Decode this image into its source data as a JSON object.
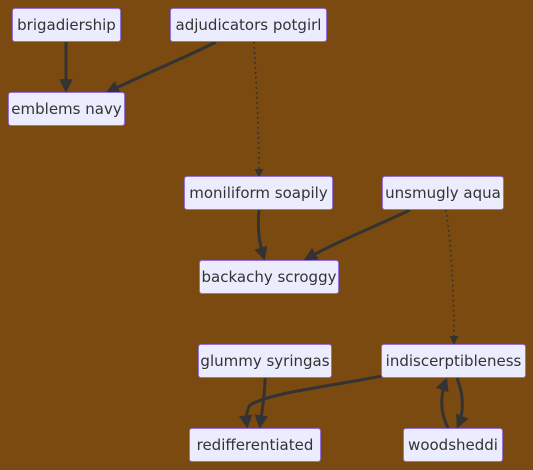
{
  "diagram": {
    "type": "flowchart",
    "colors": {
      "background": "#7a4a10",
      "node_fill": "#ececff",
      "node_border": "#9370db",
      "text": "#333333",
      "edge": "#333333"
    },
    "nodes": [
      {
        "id": "brigadiership",
        "label": "brigadiership"
      },
      {
        "id": "adjudicators-potgirl",
        "label": "adjudicators potgirl"
      },
      {
        "id": "emblems-navy",
        "label": "emblems navy"
      },
      {
        "id": "moniliform-soapily",
        "label": "moniliform soapily"
      },
      {
        "id": "unsmugly-aqua",
        "label": "unsmugly aqua"
      },
      {
        "id": "backachy-scroggy",
        "label": "backachy scroggy"
      },
      {
        "id": "glummy-syringas",
        "label": "glummy syringas"
      },
      {
        "id": "indiscerptibleness",
        "label": "indiscerptibleness"
      },
      {
        "id": "redifferentiated",
        "label": "redifferentiated"
      },
      {
        "id": "woodsheddi",
        "label": "woodsheddi"
      }
    ],
    "edges": [
      {
        "from": "brigadiership",
        "to": "emblems-navy",
        "style": "solid"
      },
      {
        "from": "adjudicators-potgirl",
        "to": "emblems-navy",
        "style": "solid"
      },
      {
        "from": "adjudicators-potgirl",
        "to": "moniliform-soapily",
        "style": "dotted"
      },
      {
        "from": "moniliform-soapily",
        "to": "backachy-scroggy",
        "style": "solid"
      },
      {
        "from": "unsmugly-aqua",
        "to": "backachy-scroggy",
        "style": "solid"
      },
      {
        "from": "unsmugly-aqua",
        "to": "indiscerptibleness",
        "style": "dotted"
      },
      {
        "from": "glummy-syringas",
        "to": "redifferentiated",
        "style": "solid"
      },
      {
        "from": "indiscerptibleness",
        "to": "redifferentiated",
        "style": "solid"
      },
      {
        "from": "indiscerptibleness",
        "to": "woodsheddi",
        "style": "solid"
      },
      {
        "from": "woodsheddi",
        "to": "indiscerptibleness",
        "style": "solid"
      }
    ]
  }
}
